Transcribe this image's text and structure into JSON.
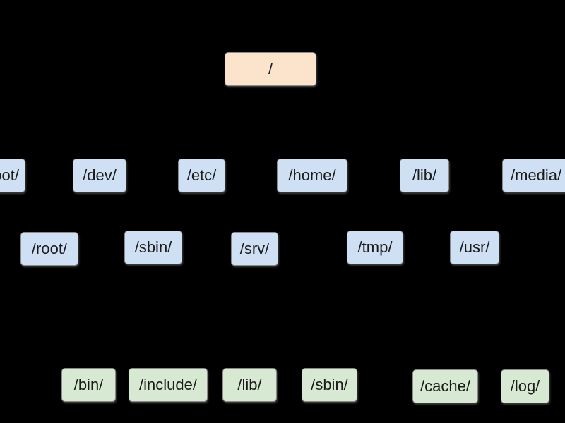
{
  "colors": {
    "background": "#000000",
    "root_fill": "#fbe3cc",
    "dir_fill": "#cfe0f4",
    "usr_dir_fill": "#d8e9d3"
  },
  "root": {
    "label": "/"
  },
  "top_level_row1": [
    {
      "label": "/boot/"
    },
    {
      "label": "/dev/"
    },
    {
      "label": "/etc/"
    },
    {
      "label": "/home/"
    },
    {
      "label": "/lib/"
    },
    {
      "label": "/media/"
    }
  ],
  "top_level_row2": [
    {
      "label": "/root/"
    },
    {
      "label": "/sbin/"
    },
    {
      "label": "/srv/"
    },
    {
      "label": "/tmp/"
    },
    {
      "label": "/usr/"
    }
  ],
  "bottom_row": [
    {
      "label": "/bin/"
    },
    {
      "label": "/include/"
    },
    {
      "label": "/lib/"
    },
    {
      "label": "/sbin/"
    },
    {
      "label": "/cache/"
    },
    {
      "label": "/log/"
    }
  ]
}
